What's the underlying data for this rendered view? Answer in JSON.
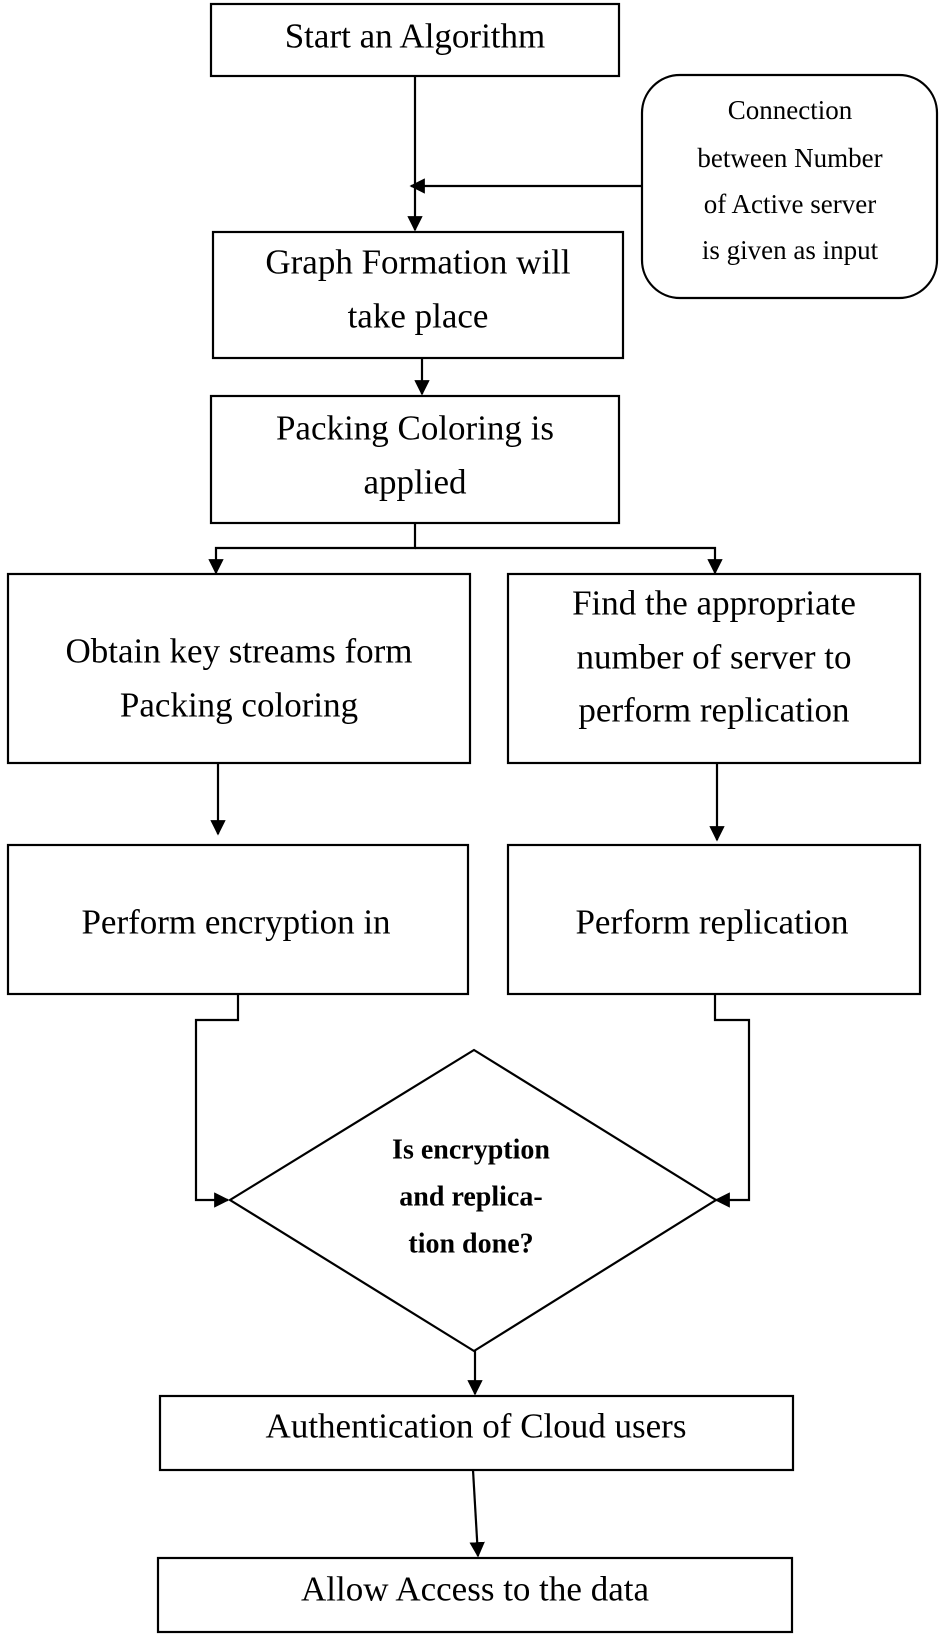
{
  "diagram": {
    "nodes": {
      "start": {
        "lines": [
          "Start an Algorithm"
        ]
      },
      "input_note": {
        "lines": [
          "Connection",
          "between Number",
          "of Active server",
          "is given as input"
        ]
      },
      "graph_formation": {
        "lines": [
          "Graph Formation will",
          "take place"
        ]
      },
      "packing_coloring": {
        "lines": [
          "Packing Coloring is",
          "applied"
        ]
      },
      "key_streams": {
        "lines": [
          "Obtain key streams form",
          "Packing coloring"
        ]
      },
      "find_servers": {
        "lines": [
          "Find the appropriate",
          "number of server to",
          "perform replication"
        ]
      },
      "encryption": {
        "lines": [
          "Perform encryption in"
        ]
      },
      "replication": {
        "lines": [
          "Perform replication"
        ]
      },
      "decision": {
        "lines": [
          "Is encryption",
          "and replica-",
          "tion done?"
        ]
      },
      "authentication": {
        "lines": [
          "Authentication of Cloud users"
        ]
      },
      "allow_access": {
        "lines": [
          "Allow Access to the  data"
        ]
      }
    },
    "edges": [
      {
        "from": "start",
        "to": "graph_formation"
      },
      {
        "from": "input_note",
        "to": "graph_formation"
      },
      {
        "from": "graph_formation",
        "to": "packing_coloring"
      },
      {
        "from": "packing_coloring",
        "to": "key_streams"
      },
      {
        "from": "packing_coloring",
        "to": "find_servers"
      },
      {
        "from": "key_streams",
        "to": "encryption"
      },
      {
        "from": "find_servers",
        "to": "replication"
      },
      {
        "from": "encryption",
        "to": "decision"
      },
      {
        "from": "replication",
        "to": "decision"
      },
      {
        "from": "decision",
        "to": "authentication"
      },
      {
        "from": "authentication",
        "to": "allow_access"
      }
    ]
  }
}
